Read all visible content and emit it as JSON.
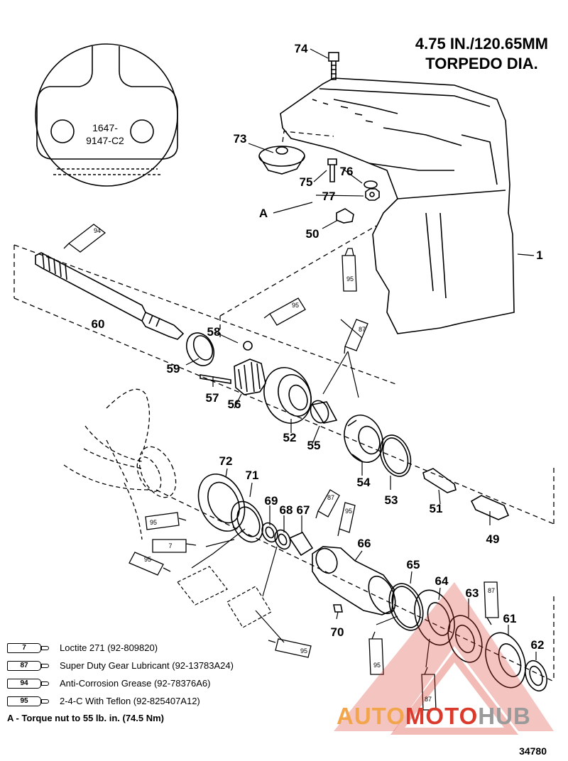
{
  "title": {
    "line1": "4.75 IN./120.65MM",
    "line2": "TORPEDO DIA."
  },
  "inset": {
    "line1": "1647-",
    "line2": "9147-C2"
  },
  "callouts": {
    "c1": "1",
    "c49": "49",
    "c50": "50",
    "c51": "51",
    "c52": "52",
    "c53": "53",
    "c54": "54",
    "c55": "55",
    "c56": "56",
    "c57": "57",
    "c58": "58",
    "c59": "59",
    "c60": "60",
    "c61": "61",
    "c62": "62",
    "c63": "63",
    "c64": "64",
    "c65": "65",
    "c66": "66",
    "c67": "67",
    "c68": "68",
    "c69": "69",
    "c70": "70",
    "c71": "71",
    "c72": "72",
    "c73": "73",
    "c74": "74",
    "c75": "75",
    "c76": "76",
    "c77": "77",
    "cA": "A"
  },
  "tube_labels": {
    "t94a": "94",
    "t95a": "95",
    "t95b": "95",
    "t87a": "87",
    "t95c": "95",
    "t7": "7",
    "t95d": "95",
    "t87b": "87",
    "t95e": "95",
    "t95f": "95",
    "t87c": "87",
    "t95g": "95",
    "t87d": "87"
  },
  "legend": [
    {
      "code": "7",
      "text": "Loctite 271 (92-809820)"
    },
    {
      "code": "87",
      "text": "Super Duty Gear Lubricant (92-13783A24)"
    },
    {
      "code": "94",
      "text": "Anti-Corrosion Grease (92-78376A6)"
    },
    {
      "code": "95",
      "text": "2-4-C  With Teflon (92-825407A12)"
    }
  ],
  "note": "A - Torque nut to 55 lb. in. (74.5 Nm)",
  "figure_number": "34780",
  "watermark": {
    "text_a": "AUTO",
    "text_b": "MOTO",
    "text_c": "HUB",
    "color_red": "#d93a2b",
    "color_orange": "#f2a54a",
    "color_gray": "#9a9a9a"
  }
}
